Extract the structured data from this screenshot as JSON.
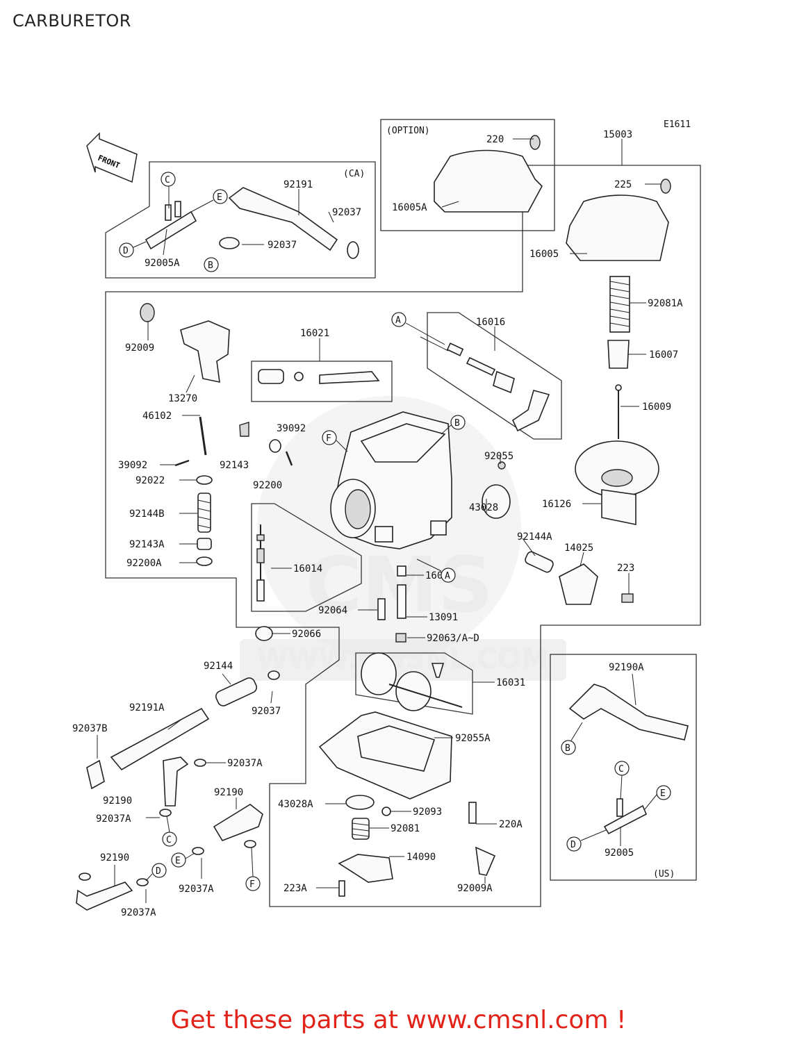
{
  "page": {
    "title": "CARBURETOR",
    "diagram_code": "E1611",
    "footer": "Get these parts at www.cmsnl.com !",
    "watermark_logo": "CMS",
    "watermark_url": "WWW.CMSNL.COM"
  },
  "boxes": {
    "ca": "(CA)",
    "option": "(OPTION)",
    "us": "(US)",
    "front": "FRONT"
  },
  "labels": {
    "p220": "220",
    "p15003": "15003",
    "p92191": "92191",
    "p92037_1": "92037",
    "p92037_2": "92037",
    "p92005A": "92005A",
    "p16005A": "16005A",
    "p225": "225",
    "p16005": "16005",
    "p92081A": "92081A",
    "p16007": "16007",
    "p16009": "16009",
    "p16126": "16126",
    "p92009": "92009",
    "p16021": "16021",
    "p16016": "16016",
    "p13270": "13270",
    "p46102": "46102",
    "p39092_1": "39092",
    "p39092_2": "39092",
    "p92143": "92143",
    "p92022": "92022",
    "p92200": "92200",
    "p92055": "92055",
    "p43028": "43028",
    "p92144B": "92144B",
    "p92143A": "92143A",
    "p92200A": "92200A",
    "p16014": "16014",
    "p16017": "16017",
    "p92144A": "92144A",
    "p14025": "14025",
    "p223": "223",
    "p92064": "92064",
    "p13091": "13091",
    "p92066": "92066",
    "p92063": "92063/A~D",
    "p92144": "92144",
    "p92037_3": "92037",
    "p16031": "16031",
    "p92190A": "92190A",
    "p92191A": "92191A",
    "p92037B": "92037B",
    "p92055A": "92055A",
    "p92037A_1": "92037A",
    "p92190_1": "92190",
    "p92190_2": "92190",
    "p92037A_2": "92037A",
    "p43028A": "43028A",
    "p92093": "92093",
    "p220A": "220A",
    "p92081": "92081",
    "p92005": "92005",
    "p14090": "14090",
    "p92190_3": "92190",
    "p92037A_3": "92037A",
    "p223A": "223A",
    "p92009A": "92009A",
    "p92037A_4": "92037A"
  },
  "connectors": {
    "A": "A",
    "B": "B",
    "C": "C",
    "D": "D",
    "E": "E",
    "F": "F"
  }
}
